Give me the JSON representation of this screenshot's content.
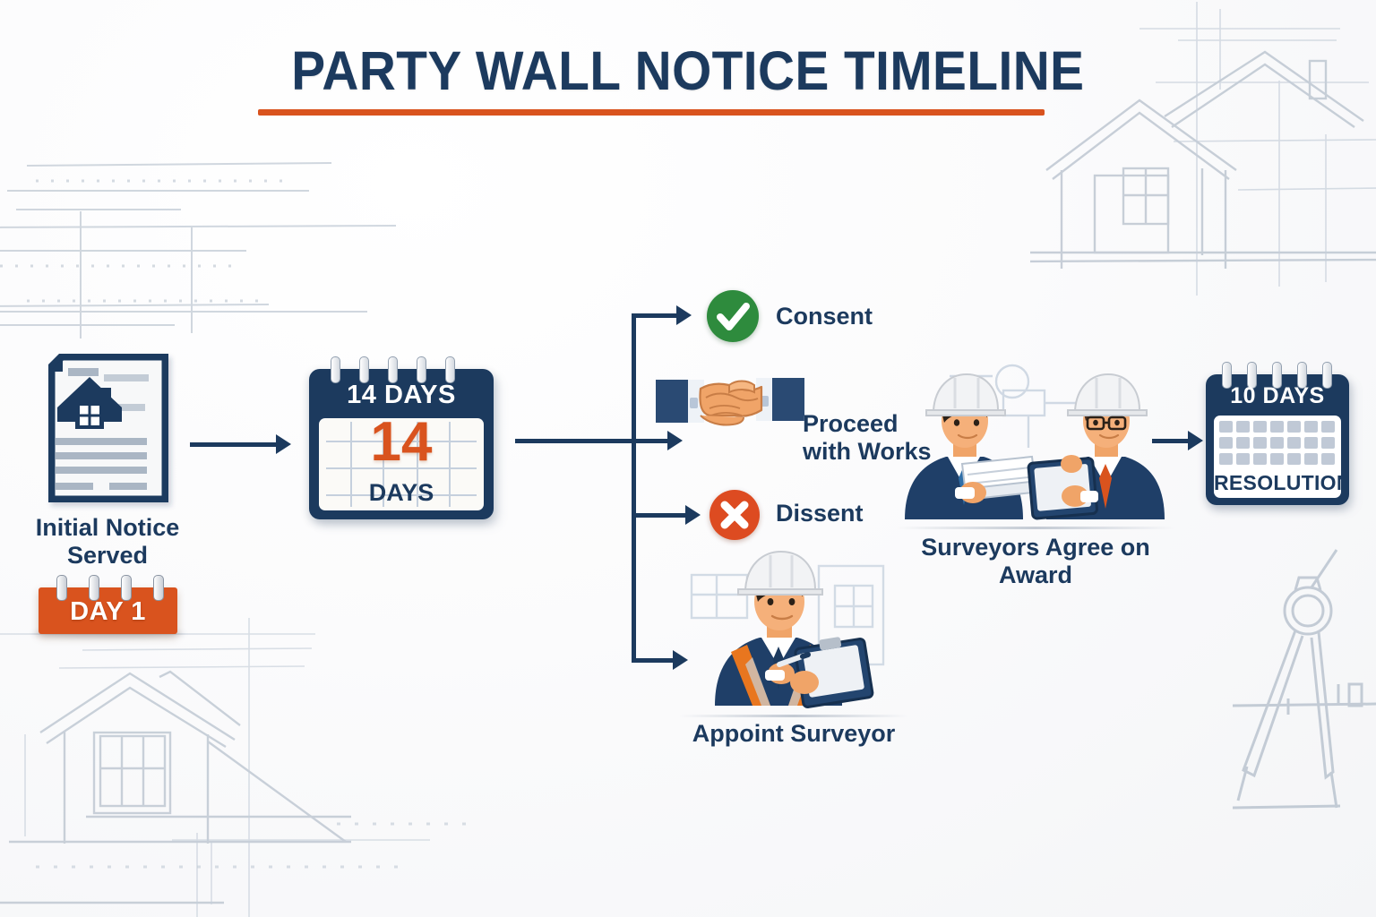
{
  "header": {
    "title": "PARTY WALL NOTICE TIMELINE",
    "accent_color": "#d9531e",
    "title_color": "#1c3a5e"
  },
  "colors": {
    "navy": "#1c3a5e",
    "orange": "#d9531e",
    "green": "#2e8b3d",
    "red": "#dd4b21",
    "paper": "#fbfaf7",
    "background": "#f4f5f7"
  },
  "steps": {
    "notice": {
      "label_line1": "Initial Notice",
      "label_line2": "Served",
      "badge": "DAY 1",
      "icon": "document-house-icon"
    },
    "waiting": {
      "header": "14 DAYS",
      "big_number": "14",
      "sub": "DAYS",
      "icon": "calendar-icon"
    },
    "branches": [
      {
        "key": "consent",
        "label": "Consent",
        "icon": "check-circle-icon"
      },
      {
        "key": "proceed",
        "label_line1": "Proceed",
        "label_line2": "with Works",
        "icon": "handshake-icon"
      },
      {
        "key": "dissent",
        "label": "Dissent",
        "icon": "x-circle-icon"
      },
      {
        "key": "appoint",
        "label": "Appoint Surveyor",
        "icon": "surveyor-icon"
      }
    ],
    "award": {
      "label_line1": "Surveyors Agree on",
      "label_line2": "Award",
      "icon": "two-surveyors-icon"
    },
    "resolution": {
      "header": "10 DAYS",
      "sub": "RESOLUTION",
      "icon": "calendar-icon"
    }
  }
}
